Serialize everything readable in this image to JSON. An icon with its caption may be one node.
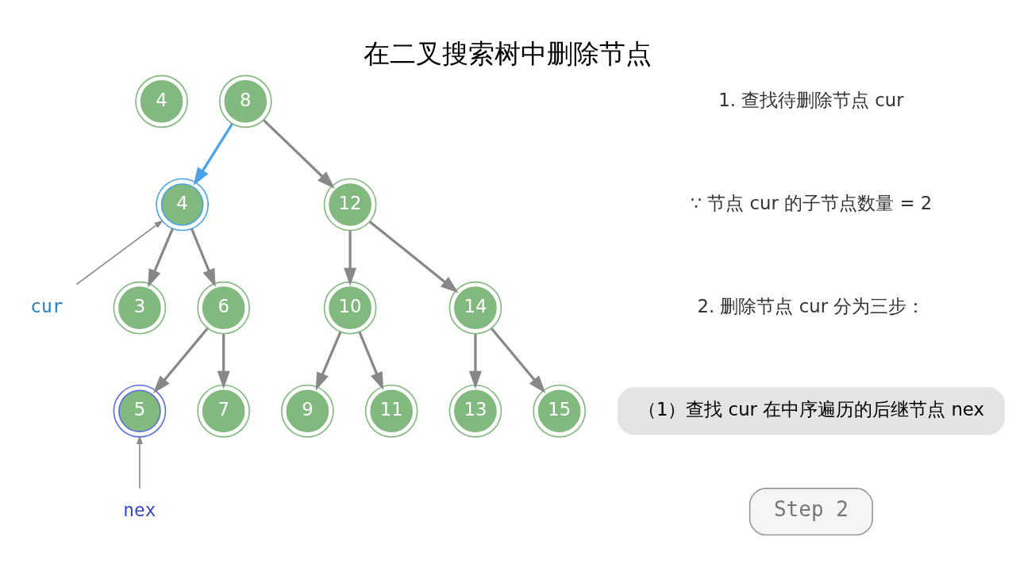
{
  "diagram": {
    "title": "在二叉搜索树中删除节点",
    "nodes": [
      {
        "text": [
          "4"
        ]
      },
      {
        "text": [
          "8"
        ]
      },
      {
        "text": [
          "4"
        ]
      },
      {
        "text": [
          "12"
        ]
      },
      {
        "text": [
          "cur"
        ]
      },
      {
        "text": [
          "3"
        ]
      },
      {
        "text": [
          "6"
        ]
      },
      {
        "text": [
          "10"
        ]
      },
      {
        "text": [
          "14"
        ]
      },
      {
        "text": [
          "5"
        ]
      },
      {
        "text": [
          "7"
        ]
      },
      {
        "text": [
          "9"
        ]
      },
      {
        "text": [
          "11"
        ]
      },
      {
        "text": [
          "13"
        ]
      },
      {
        "text": [
          "15"
        ]
      },
      {
        "text": [
          "nex"
        ]
      },
      {
        "text": [
          "（1）查找 cur 在中序遍历的后继节点 nex"
        ]
      },
      {
        "text": [
          "Step 2"
        ]
      }
    ],
    "edges": [
      {
        "from": 1,
        "to": 2,
        "arrow": "to",
        "color": "#4aa3e8"
      },
      {
        "from": 1,
        "to": 3,
        "arrow": "to"
      },
      {
        "from": 4,
        "to": 2,
        "arrow": "to"
      },
      {
        "from": 2,
        "to": 5,
        "arrow": "to"
      },
      {
        "from": 2,
        "to": 6,
        "arrow": "to"
      },
      {
        "from": 3,
        "to": 7,
        "arrow": "to"
      },
      {
        "from": 3,
        "to": 8,
        "arrow": "to"
      },
      {
        "from": 6,
        "to": 9,
        "arrow": "to"
      },
      {
        "from": 6,
        "to": 10,
        "arrow": "to"
      },
      {
        "from": 7,
        "to": 11,
        "arrow": "to"
      },
      {
        "from": 7,
        "to": 12,
        "arrow": "to"
      },
      {
        "from": 8,
        "to": 13,
        "arrow": "to"
      },
      {
        "from": 8,
        "to": 14,
        "arrow": "to"
      },
      {
        "from": 15,
        "to": 9,
        "arrow": "to"
      }
    ],
    "labels": [
      "1. 查找待删除节点 cur",
      "∵ 节点 cur 的子节点数量 = 2",
      "2. 删除节点 cur 分为三步："
    ]
  }
}
